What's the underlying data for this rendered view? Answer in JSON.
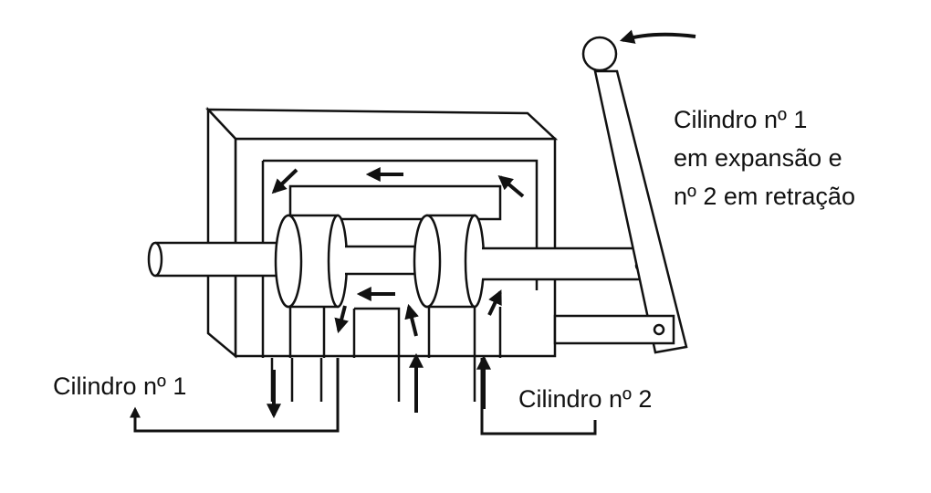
{
  "labels": {
    "state_line1": "Cilindro nº 1",
    "state_line2": "em expansão e",
    "state_line3": "nº 2 em retração",
    "cylinder1": "Cilindro nº 1",
    "cylinder2": "Cilindro nº 2"
  },
  "colors": {
    "ink": "#111111",
    "paper": "#ffffff"
  }
}
